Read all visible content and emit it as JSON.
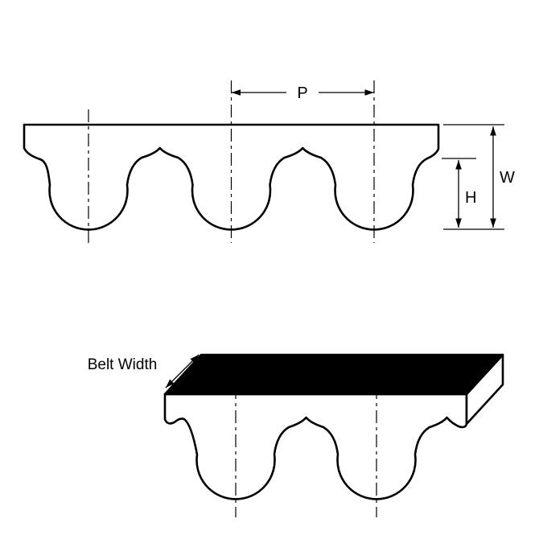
{
  "views": {
    "profile_view": {
      "description_labels": {
        "pitch_label": "P",
        "width_label": "W",
        "height_label": "H"
      }
    },
    "isometric_view": {
      "belt_width_label": "Belt Width"
    }
  },
  "colors": {
    "line": "#000000",
    "belt_fill": "#ffffff",
    "top_face_fill": "#000000",
    "background": "#ffffff"
  }
}
